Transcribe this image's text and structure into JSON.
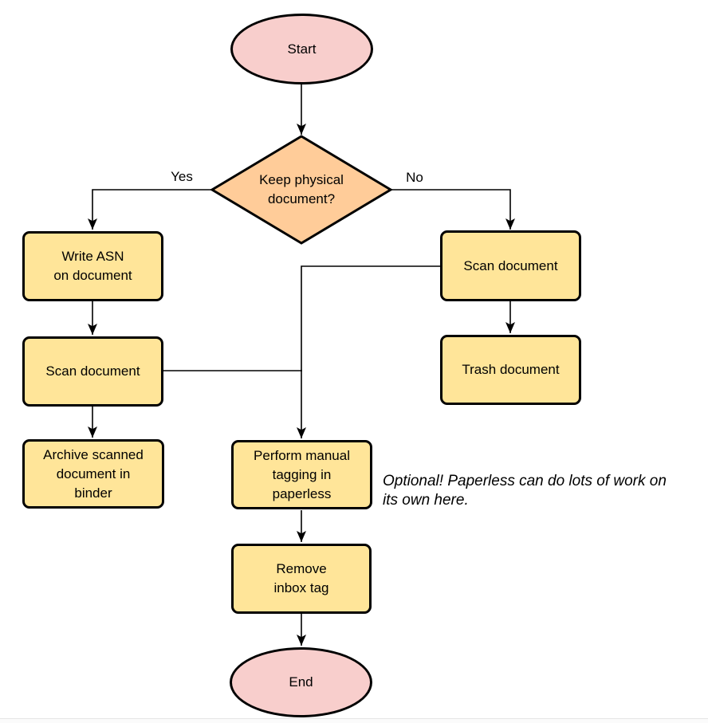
{
  "colors": {
    "terminal_fill": "#F8CECC",
    "process_fill": "#FFE599",
    "decision_fill": "#FFCC99",
    "stroke": "#000000",
    "canvas_bg": "#ffffff"
  },
  "nodes": {
    "start": {
      "type": "terminal",
      "label": "Start"
    },
    "decision": {
      "type": "decision",
      "label": "Keep physical\ndocument?"
    },
    "write_asn": {
      "type": "process",
      "label": "Write ASN\non document"
    },
    "scan_left": {
      "type": "process",
      "label": "Scan document"
    },
    "archive": {
      "type": "process",
      "label": "Archive scanned\ndocument in\nbinder"
    },
    "scan_right": {
      "type": "process",
      "label": "Scan document"
    },
    "trash": {
      "type": "process",
      "label": "Trash document"
    },
    "perform_tagging": {
      "type": "process",
      "label": "Perform manual\ntagging in\npaperless"
    },
    "remove_inbox": {
      "type": "process",
      "label": "Remove\ninbox tag"
    },
    "end": {
      "type": "terminal",
      "label": "End"
    }
  },
  "edge_labels": {
    "yes": "Yes",
    "no": "No"
  },
  "annotation": {
    "text": "Optional! Paperless can do lots of work on\nits own here."
  }
}
